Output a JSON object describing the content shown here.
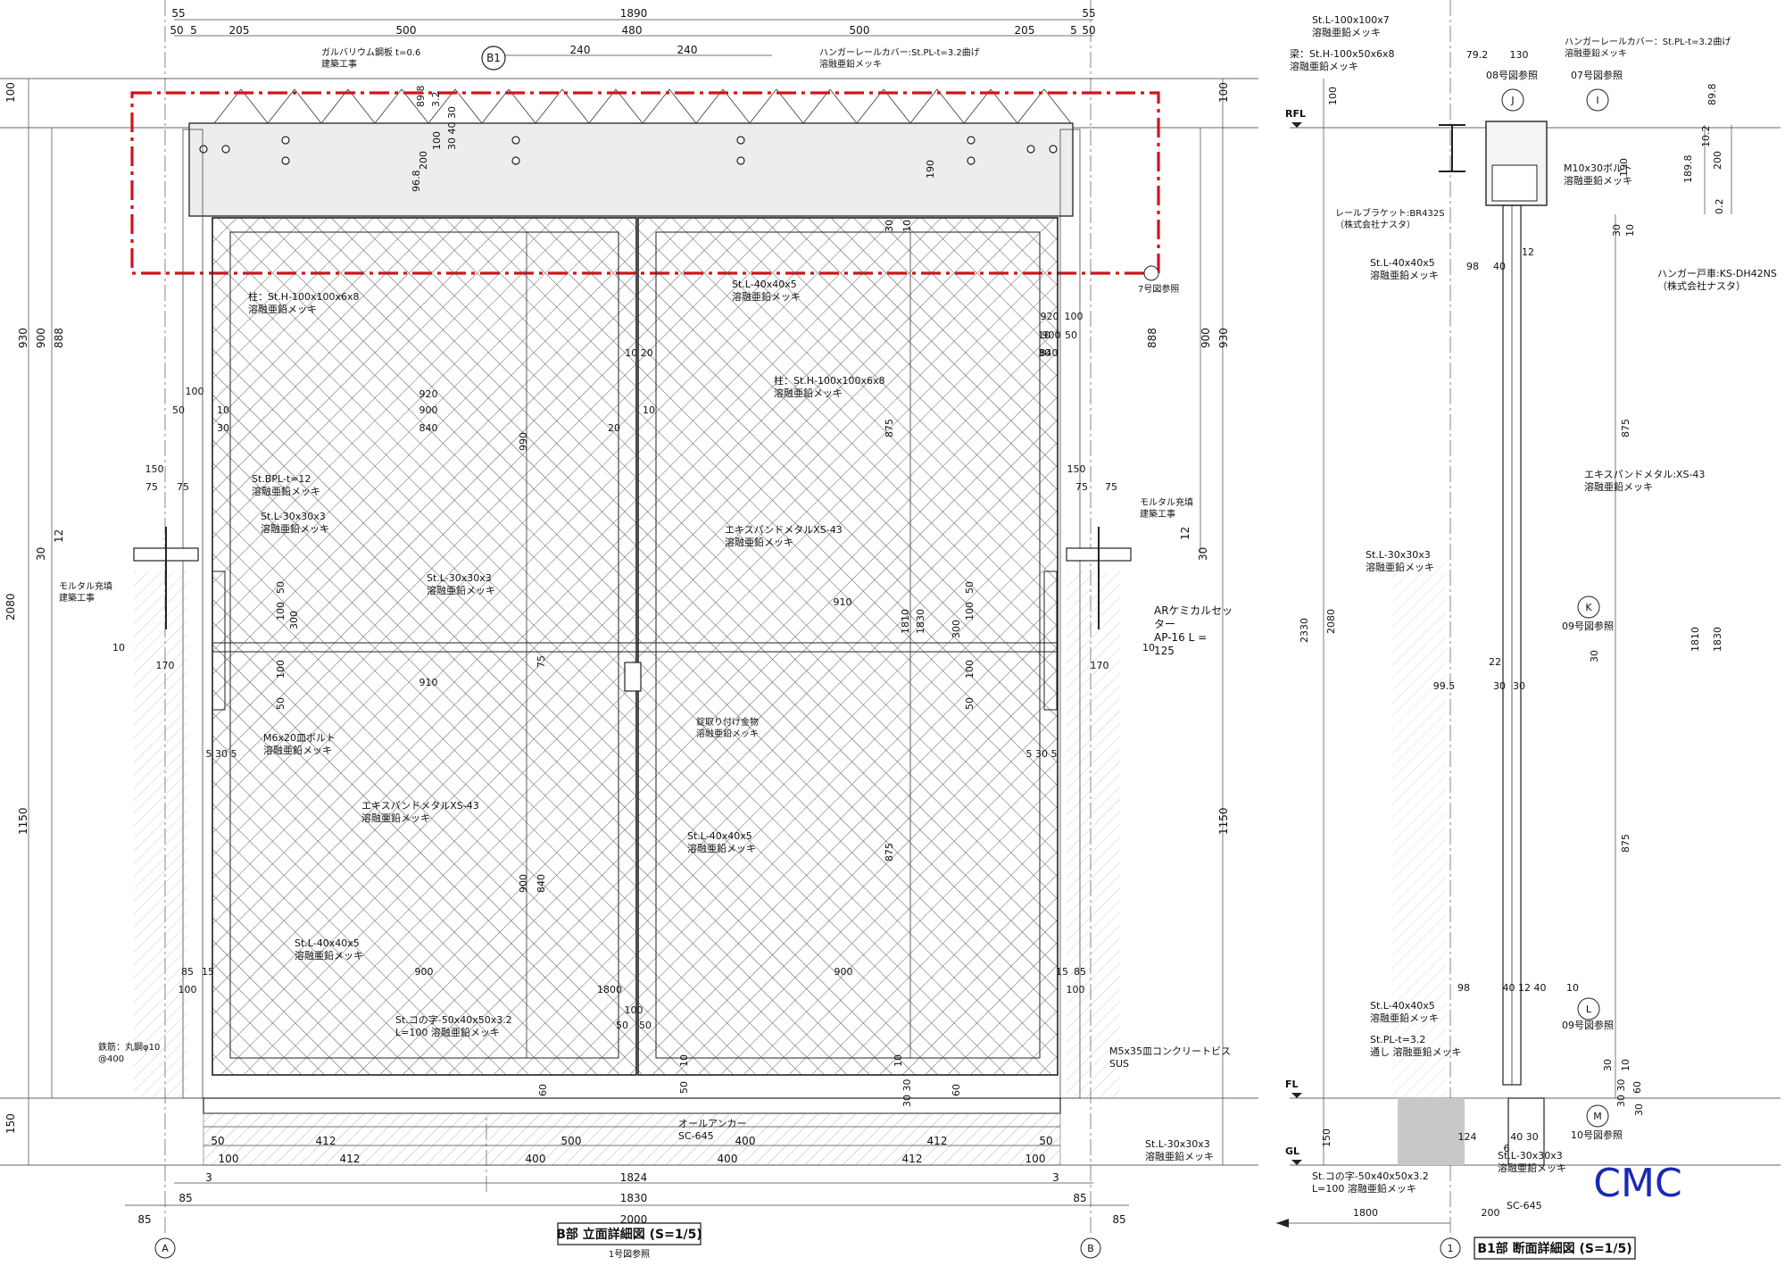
{
  "top_dims": {
    "row1": [
      "55",
      "1890",
      "55"
    ],
    "row2": [
      "50",
      "5",
      "205",
      "500",
      "480",
      "500",
      "205",
      "5",
      "50"
    ],
    "row3": [
      "240",
      "240"
    ]
  },
  "elevation": {
    "title": "B部 立面詳細図 (S=1/5)",
    "subtitle": "1号図参照",
    "grid_a": "A",
    "grid_b": "B",
    "section_mark": "B1",
    "labels": {
      "galvalume": [
        "ガルバリウム鋼板 t=0.6",
        "建築工事"
      ],
      "hanger_cover": [
        "ハンガーレールカバー:St.PL-t=3.2曲げ",
        "溶融亜鉛メッキ"
      ],
      "column_left": [
        "柱：St.H-100x100x6x8",
        "溶融亜鉛メッキ"
      ],
      "stl_40_top": [
        "St.L-40x40x5",
        "溶融亜鉛メッキ"
      ],
      "column_right": [
        "柱：St.H-100x100x6x8",
        "溶融亜鉛メッキ"
      ],
      "bpl": [
        "St.BPL-t=12",
        "溶融亜鉛メッキ"
      ],
      "stl_30_left": [
        "St.L-30x30x3",
        "溶融亜鉛メッキ"
      ],
      "mortar_left": [
        "モルタル充填",
        "建築工事"
      ],
      "mortar_right": [
        "モルタル充填",
        "建築工事"
      ],
      "stl_30_mid": [
        "St.L-30x30x3",
        "溶融亜鉛メッキ"
      ],
      "expanded_right": [
        "エキスパンドメタルXS-43",
        "溶融亜鉛メッキ"
      ],
      "chemical": [
        "ARケミカルセッ",
        "ター",
        "AP-16 L =",
        "125"
      ],
      "m6bolt": [
        "M6x20皿ボルト",
        "溶融亜鉛メッキ"
      ],
      "lock": [
        "錠取り付け金物",
        "溶融亜鉛メッキ"
      ],
      "expanded_left": [
        "エキスパンドメタルXS-43",
        "溶融亜鉛メッキ"
      ],
      "stl_40_mid": [
        "St.L-40x40x5",
        "溶融亜鉛メッキ"
      ],
      "stl_40_low": [
        "St.L-40x40x5",
        "溶融亜鉛メッキ"
      ],
      "channel": [
        "St.コの字-50x40x50x3.2",
        "L=100 溶融亜鉛メッキ"
      ],
      "rebar": [
        "鉄筋：丸鋼φ10",
        "@400"
      ],
      "screw": [
        "M5x35皿コンクリートビス",
        "SUS"
      ],
      "anchor": [
        "オールアンカー",
        "SC-645"
      ],
      "stl_30_right": [
        "St.L-30x30x3",
        "溶融亜鉛メッキ"
      ],
      "ref7": "7号図参照"
    },
    "left_dims": [
      "100",
      "930",
      "900",
      "888",
      "2080",
      "30",
      "12",
      "1150",
      "150"
    ],
    "right_dims": [
      "100",
      "888",
      "900",
      "930",
      "12",
      "30",
      "1150"
    ],
    "inner_dims": {
      "d896": "96.8",
      "d898": "89.8",
      "d32": "3.2",
      "d200": "200",
      "d100": "100",
      "d304030": "30 40 30",
      "d190": "190",
      "d30a": "30",
      "d10a": "10",
      "w920r": "920",
      "w900r": "900",
      "w840r": "840",
      "w100r": "100",
      "w10r": "10",
      "w50r": "50",
      "w30r": "30",
      "w920l": "920",
      "w900l": "900",
      "w840l": "840",
      "w100l": "100",
      "w50l": "50",
      "w10l": "10",
      "w30l": "30",
      "w20": "20",
      "w10c": "10",
      "w1020": "10 20",
      "v990": "990",
      "v875a": "875",
      "v875b": "875",
      "v900": "900",
      "v840": "840",
      "w150l": "150",
      "w75l1": "75",
      "w75l2": "75",
      "w150r": "150",
      "w75r1": "75",
      "w75r2": "75",
      "w910a": "910",
      "w910b": "910",
      "v50a": "50",
      "v100a": "100",
      "v300a": "300",
      "v100b": "100",
      "v50b": "50",
      "v50c": "50",
      "v100c": "100",
      "v300c": "300",
      "v100d": "100",
      "v50d": "50",
      "v1810": "1810",
      "v1830": "1830",
      "w75c": "75",
      "w170l": "170",
      "w170r": "170",
      "w10b1": "10",
      "w10b2": "10",
      "w5305l": "5 30 5",
      "w5305r": "5 30 5",
      "w85l": "85",
      "w15l": "15",
      "w100ll": "100",
      "w900ll": "900",
      "w1800": "1800",
      "w900rr": "900",
      "w15r": "15",
      "w85r": "85",
      "w100rr": "100",
      "w100c": "100",
      "w50c1": "50",
      "w50c2": "50",
      "v60a": "60",
      "v10b": "10",
      "v50e": "50",
      "v10c": "10",
      "v3030": "30 30",
      "v60b": "60"
    },
    "bottom_dims": {
      "row1": [
        "50",
        "412",
        "500",
        "400",
        "412",
        "50"
      ],
      "row2": [
        "100",
        "412",
        "400",
        "400",
        "412",
        "100"
      ],
      "row3": [
        "3",
        "1824",
        "3"
      ],
      "row4": [
        "85",
        "1830",
        "85"
      ],
      "row5": [
        "85",
        "2000",
        "85"
      ]
    }
  },
  "section": {
    "title": "B1部 断面詳細図 (S=1/5)",
    "grid": "1",
    "labels": {
      "stl100": [
        "St.L-100x100x7",
        "溶融亜鉛メッキ"
      ],
      "beam": [
        "梁：St.H-100x50x6x8",
        "溶融亜鉛メッキ"
      ],
      "hanger_cover": [
        "ハンガーレールカバー：St.PL-t=3.2曲げ",
        "溶融亜鉛メッキ"
      ],
      "ref08": "08号図参照",
      "ref07": "07号図参照",
      "m10": [
        "M10x30ボルト",
        "溶融亜鉛メッキ"
      ],
      "rail_bracket": [
        "レールブラケット:BR432S",
        "（株式会社ナスタ）"
      ],
      "stl40": [
        "St.L-40x40x5",
        "溶融亜鉛メッキ"
      ],
      "hanger_wheel": [
        "ハンガー戸車:KS-DH42NS",
        "（株式会社ナスタ）"
      ],
      "expanded": [
        "エキスパンドメタル:XS-43",
        "溶融亜鉛メッキ"
      ],
      "stl30": [
        "St.L-30x30x3",
        "溶融亜鉛メッキ"
      ],
      "ref09a": "09号図参照",
      "ref09b": "09号図参照",
      "stl40b": [
        "St.L-40x40x5",
        "溶融亜鉛メッキ"
      ],
      "stpl": [
        "St.PL-t=3.2",
        "通し 溶融亜鉛メッキ"
      ],
      "ref10": "10号図参照",
      "channel": [
        "St.コの字-50x40x50x3.2",
        "L=100 溶融亜鉛メッキ"
      ],
      "stl30b": [
        "St.L-30x30x3",
        "溶融亜鉛メッキ"
      ],
      "anchor": "SC-645",
      "rfl": "RFL",
      "fl": "FL",
      "gl": "GL",
      "bubble_j": "J",
      "bubble_i": "I",
      "bubble_k": "K",
      "bubble_l": "L",
      "bubble_m": "M"
    },
    "dims": {
      "d792": "79.2",
      "d130": "130",
      "d898": "89.8",
      "d1898": "189.8",
      "d102": "10.2",
      "d200": "200",
      "d02": "0.2",
      "d190": "190",
      "d98": "98",
      "d40": "40",
      "d12": "12",
      "d30": "30",
      "d10": "10",
      "d2330": "2330",
      "d2080": "2080",
      "d100": "100",
      "d875a": "875",
      "d875b": "875",
      "d1810": "1810",
      "d1830": "1830",
      "d22": "22",
      "d995": "99.5",
      "d30a": "30",
      "d30b": "30",
      "d30c": "30",
      "d98b": "98",
      "d401240": "40 12 40",
      "d10b": "10",
      "d30d": "30",
      "d10c": "10",
      "d3030": "30 30",
      "d60": "60",
      "d30e": "30",
      "d150": "150",
      "d124": "124",
      "d6": "6",
      "d4030": "40 30",
      "d1800": "1800",
      "d200b": "200"
    }
  },
  "watermark": "CMC"
}
